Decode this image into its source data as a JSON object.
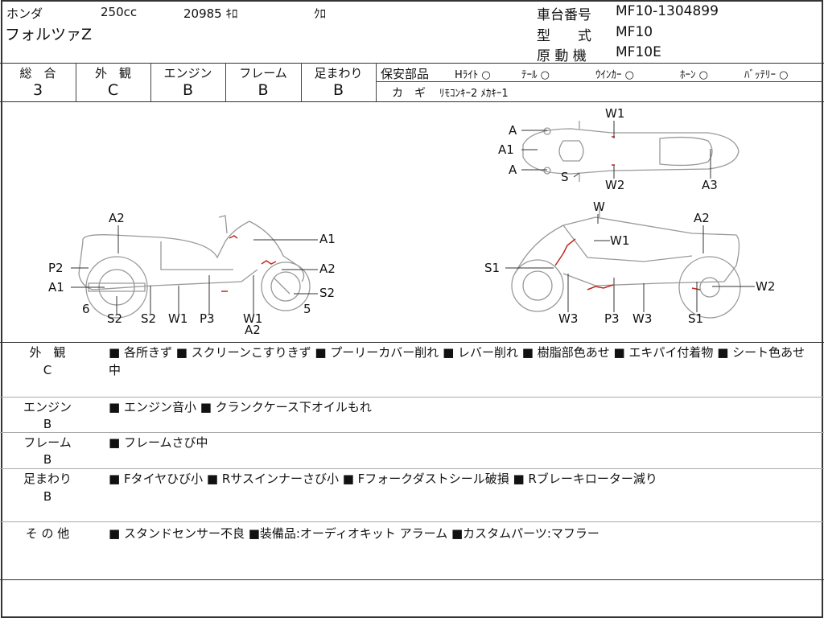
{
  "header": {
    "maker": "ホンダ",
    "displacement": "250cc",
    "mileage": "20985 ｷﾛ",
    "color": "ｸﾛ",
    "model_name": "フォルツァZ",
    "frame_no_label": "車台番号",
    "frame_no": "MF10-1304899",
    "type_label": "型　　式",
    "type": "MF10",
    "engine_label": "原 動 機",
    "engine": "MF10E"
  },
  "grades": [
    {
      "label": "総　合",
      "value": "3"
    },
    {
      "label": "外　観",
      "value": "C"
    },
    {
      "label": "エンジン",
      "value": "B"
    },
    {
      "label": "フレーム",
      "value": "B"
    },
    {
      "label": "足まわり",
      "value": "B"
    }
  ],
  "safety": {
    "label": "保安部品",
    "items": [
      {
        "name": "Hﾗｲﾄ",
        "mark": "○"
      },
      {
        "name": "ﾃｰﾙ",
        "mark": "○"
      },
      {
        "name": "ｳｲﾝｶｰ",
        "mark": "○"
      },
      {
        "name": "ﾎｰﾝ",
        "mark": "○"
      },
      {
        "name": "ﾊﾞｯﾃﾘｰ",
        "mark": "○"
      }
    ]
  },
  "keys": {
    "label": "カ　ギ",
    "value": "ﾘﾓｺﾝｷｰ2 ﾒｶｷｰ1"
  },
  "diagram": {
    "left": [
      "A2",
      "A1",
      "P2",
      "A2",
      "A1",
      "S2",
      "6",
      "5",
      "S2",
      "S2",
      "W1",
      "P3",
      "W1",
      "A2"
    ],
    "top": [
      "W1",
      "A",
      "A1",
      "A",
      "S",
      "W2",
      "A3"
    ],
    "right": [
      "W",
      "A2",
      "W1",
      "S1",
      "W2",
      "W3",
      "P3",
      "W3",
      "S1"
    ],
    "damage_color": "#c0281e"
  },
  "sections": [
    {
      "label": "外　観",
      "grade": "C",
      "text": "■ 各所きず ■ スクリーンこすりきず ■ プーリーカバー削れ ■ レバー削れ ■ 樹脂部色あせ ■ エキパイ付着物 ■ シート色あせ中"
    },
    {
      "label": "エンジン",
      "grade": "B",
      "text": "■ エンジン音小 ■ クランクケース下オイルもれ"
    },
    {
      "label": "フレーム",
      "grade": "B",
      "text": "■ フレームさび中"
    },
    {
      "label": "足まわり",
      "grade": "B",
      "text": "■ Fタイヤひび小 ■ Rサスインナーさび小 ■ Fフォークダストシール破損 ■ Rブレーキローター減り"
    },
    {
      "label": "そ の 他",
      "grade": "",
      "text": "■ スタンドセンサー不良 ■装備品:オーディオキット アラーム ■カスタムパーツ:マフラー"
    }
  ]
}
